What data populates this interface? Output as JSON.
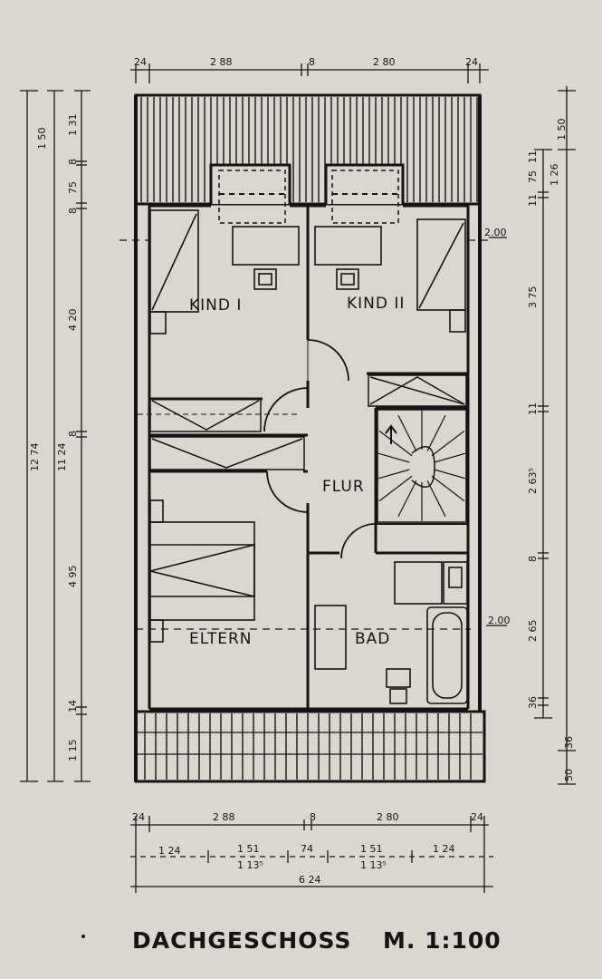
{
  "rooms": {
    "kind1": "KIND I",
    "kind2": "KIND II",
    "flur": "FLUR",
    "eltern": "ELTERN",
    "bad": "BAD"
  },
  "title": "DACHGESCHOSS",
  "scale": "M. 1:100",
  "dims": {
    "top": [
      "24",
      "2 88",
      "8",
      "2 80",
      "24"
    ],
    "bottom_row1": [
      "24",
      "2 88",
      "8",
      "2 80",
      "24"
    ],
    "bottom_row2": [
      "1 24",
      "1 51",
      "1 13⁵",
      "74",
      "1 51",
      "1 13⁵",
      "1 24"
    ],
    "bottom_total": "6 24",
    "left_overall": "12 74",
    "left_inner": "11 24",
    "left_parts": [
      "1 50",
      "1 31",
      "8",
      "75",
      "8",
      "4 20",
      "8",
      "4 95",
      "14",
      "1 15"
    ],
    "right_parts": [
      "1 50",
      "11",
      "75",
      "11",
      "1 26",
      "3 75",
      "11",
      "2 63⁵",
      "8",
      "2 65",
      "36",
      "50",
      "36"
    ],
    "right_heights": [
      "2.00",
      "2.00"
    ]
  },
  "colors": {
    "ink": "#141414",
    "paper": "#d9d7cf"
  }
}
